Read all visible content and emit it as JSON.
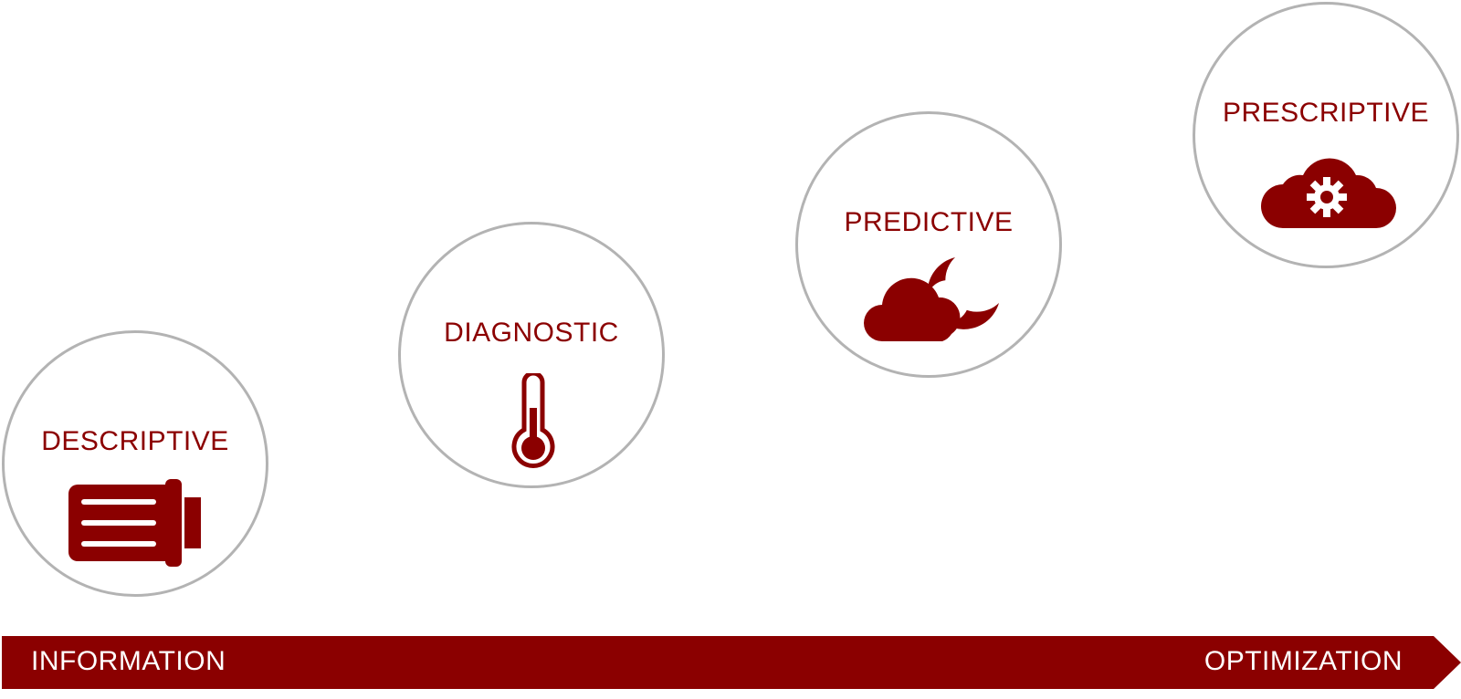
{
  "stages": [
    {
      "label": "DESCRIPTIVE",
      "icon": "memory-card-icon"
    },
    {
      "label": "DIAGNOSTIC",
      "icon": "thermometer-icon"
    },
    {
      "label": "PREDICTIVE",
      "icon": "cloud-moon-icon"
    },
    {
      "label": "PRESCRIPTIVE",
      "icon": "cloud-gear-icon"
    }
  ],
  "axis": {
    "start_label": "INFORMATION",
    "end_label": "OPTIMIZATION"
  },
  "colors": {
    "accent": "#8b0000",
    "circle_border": "#b3b3b3",
    "axis_text": "#ffffff",
    "background": "#ffffff"
  }
}
